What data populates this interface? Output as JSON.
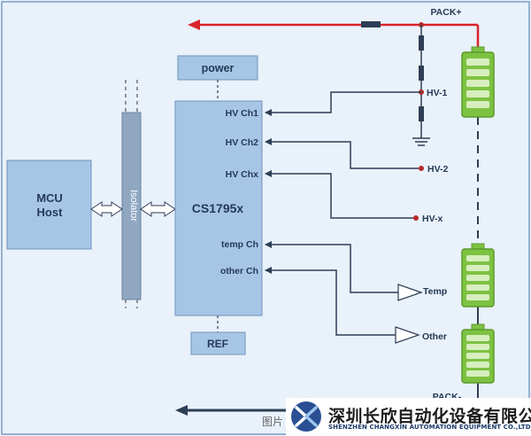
{
  "blocks": {
    "mcu_line1": "MCU",
    "mcu_line2": "Host",
    "isolator": "Isolator",
    "chip": "CS1795x",
    "power": "power",
    "ref": "REF"
  },
  "channels": {
    "hv1": "HV Ch1",
    "hv2": "HV Ch2",
    "hvx": "HV Chx",
    "temp": "temp Ch",
    "other": "other Ch"
  },
  "nodes": {
    "pack_plus": "PACK+",
    "pack_minus": "PACK-",
    "hv1": "HV-1",
    "hv2": "HV-2",
    "hvx": "HV-x",
    "temp": "Temp",
    "other": "Other"
  },
  "footer": {
    "caption": "图片",
    "company_cn": "深圳长欣自动化设备有限公司",
    "company_en": "SHENZHEN CHANGXIN AUTOMATION EQUIPMENT CO.,LTD"
  },
  "colors": {
    "background": "#e9f1fa",
    "block_fill": "#a7c6e6",
    "battery_green": "#7ec242",
    "pack_line_red": "#d9242a",
    "wire_dark": "#2d3e55"
  }
}
